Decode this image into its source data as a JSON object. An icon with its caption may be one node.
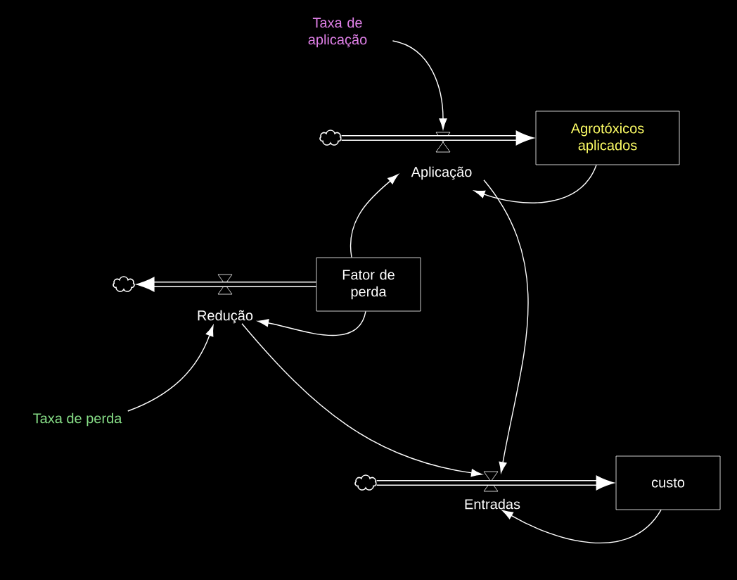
{
  "diagram": {
    "nodes": [
      {
        "text": [
          "Taxa de aplicação"
        ]
      },
      {
        "text": [],
        "shape": "cloud"
      },
      {
        "text": [
          "Aplicação"
        ]
      },
      {
        "text": [
          "Agrotóxicos aplicados"
        ]
      },
      {
        "text": [
          "Fator de perda"
        ]
      },
      {
        "text": [],
        "shape": "cloud"
      },
      {
        "text": [
          "Redução"
        ]
      },
      {
        "text": [
          "Taxa de perda"
        ]
      },
      {
        "text": [],
        "shape": "cloud"
      },
      {
        "text": [
          "Entradas"
        ]
      },
      {
        "text": [
          "custo"
        ]
      }
    ],
    "edges": [
      {
        "from": 1,
        "to": 3,
        "arrow": "to",
        "style": "thick"
      },
      {
        "from": 0,
        "to": 2,
        "arrow": "to"
      },
      {
        "from": 3,
        "to": 2,
        "arrow": "to"
      },
      {
        "from": 4,
        "to": 2,
        "arrow": "to"
      },
      {
        "from": 4,
        "to": 5,
        "arrow": "to",
        "style": "thick"
      },
      {
        "from": 4,
        "to": 6,
        "arrow": "to"
      },
      {
        "from": 7,
        "to": 6,
        "arrow": "to"
      },
      {
        "from": 6,
        "to": 9,
        "arrow": "to"
      },
      {
        "from": 2,
        "to": 9,
        "arrow": "to"
      },
      {
        "from": 8,
        "to": 10,
        "arrow": "to",
        "style": "thick"
      },
      {
        "from": 10,
        "to": 9,
        "arrow": "to"
      }
    ]
  }
}
